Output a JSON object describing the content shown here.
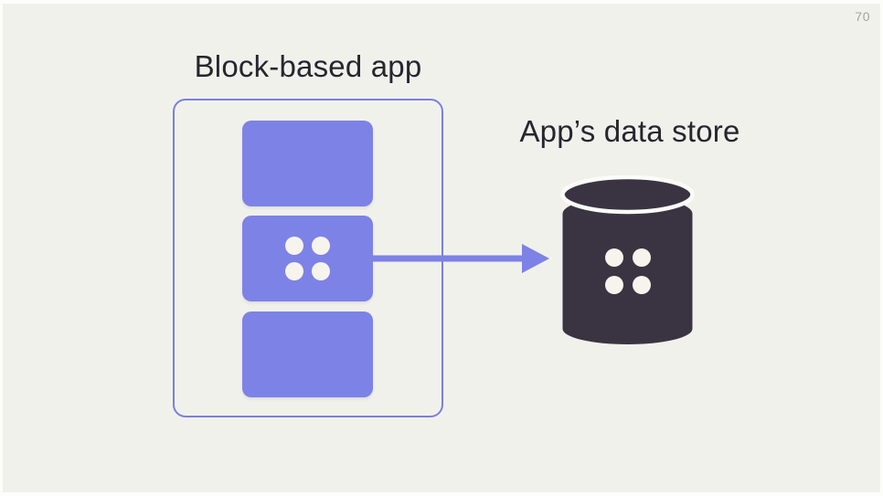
{
  "slide": {
    "page_number": "70"
  },
  "app": {
    "title": "Block-based app",
    "blocks": [
      {
        "has_dots": false
      },
      {
        "has_dots": true
      },
      {
        "has_dots": false
      }
    ]
  },
  "datastore": {
    "title": "App’s data store"
  },
  "diagram": {
    "nodes": [
      {
        "id": "block-based-app",
        "label": "Block-based app",
        "shape": "rounded-frame-with-3-blocks"
      },
      {
        "id": "apps-data-store",
        "label": "App’s data store",
        "shape": "database-cylinder"
      }
    ],
    "edges": [
      {
        "from": "block-based-app",
        "to": "apps-data-store",
        "type": "arrow-right"
      }
    ]
  },
  "icons": {
    "four_dots": "four-dots",
    "database": "database-cylinder",
    "arrow": "right-arrow"
  },
  "colors": {
    "background": "#f1f1ec",
    "page_edge": "#fcfcf9",
    "purple": "#7d82e6",
    "frame_border": "#7b80dd",
    "dark": "#3a3442",
    "text": "#27252e",
    "page_number": "#a7a39d",
    "dot": "#f6f4ed",
    "lid_ring": "#fbfbf8"
  }
}
